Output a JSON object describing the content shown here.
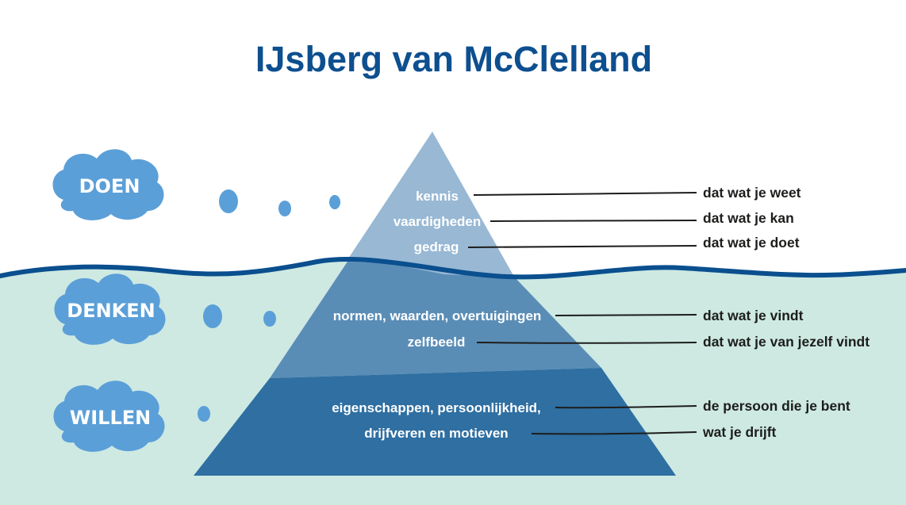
{
  "title": "IJsberg van McClelland",
  "levels": [
    {
      "id": "doen",
      "label": "DOEN"
    },
    {
      "id": "denken",
      "label": "DENKEN"
    },
    {
      "id": "willen",
      "label": "WILLEN"
    }
  ],
  "items": [
    {
      "inner": "kennis",
      "desc": "dat wat je weet"
    },
    {
      "inner": "vaardigheden",
      "desc": "dat wat je kan"
    },
    {
      "inner": "gedrag",
      "desc": "dat wat je doet"
    },
    {
      "inner": "normen, waarden, overtuigingen",
      "desc": "dat wat je vindt"
    },
    {
      "inner": "zelfbeeld",
      "desc": "dat wat je van jezelf vindt"
    },
    {
      "inner": "eigenschappen, persoonlijkheid,",
      "desc": "de persoon die je bent"
    },
    {
      "inner": "drijfveren en motieven",
      "desc": "wat je drijft"
    }
  ],
  "colors": {
    "title": "#0d4f8f",
    "water": "#cde9e2",
    "wave": "#0a4f8e",
    "tier_top": "#98b8d4",
    "tier_middle": "#5a8db6",
    "tier_bottom": "#2f6fa2",
    "cloud": "#5b9fd8"
  }
}
